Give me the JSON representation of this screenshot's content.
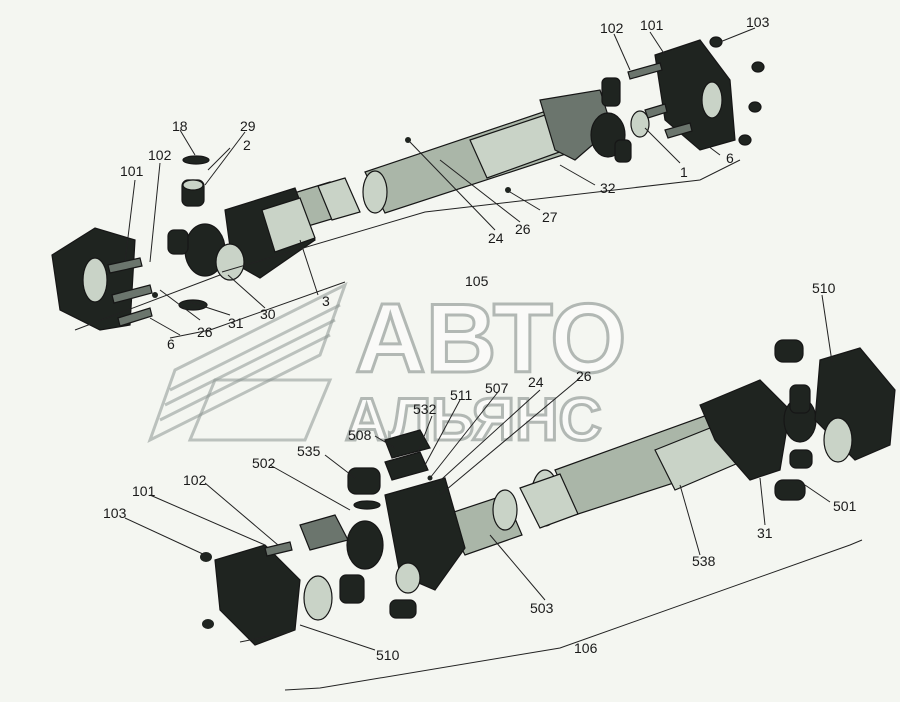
{
  "watermark": {
    "line1": "АВТО",
    "line2": "АЛЬЯНС"
  },
  "upper_shaft": {
    "assembly_label": "105",
    "labels": {
      "l102a": "102",
      "l101a": "101",
      "l103a": "103",
      "l1": "1",
      "l6a": "6",
      "l32": "32",
      "l27": "27",
      "l26a": "26",
      "l24a": "24",
      "l18": "18",
      "l29": "29",
      "l2": "2",
      "l101b": "101",
      "l102b": "102",
      "l26b": "26",
      "l31a": "31",
      "l30": "30",
      "l3": "3",
      "l6b": "6"
    }
  },
  "lower_shaft": {
    "assembly_label": "106",
    "labels": {
      "l510a": "510",
      "l532": "532",
      "l511": "511",
      "l507": "507",
      "l24b": "24",
      "l26c": "26",
      "l508": "508",
      "l535": "535",
      "l502": "502",
      "l101c": "101",
      "l102c": "102",
      "l103b": "103",
      "l503": "503",
      "l510b": "510",
      "l538": "538",
      "l31b": "31",
      "l501": "501"
    }
  }
}
